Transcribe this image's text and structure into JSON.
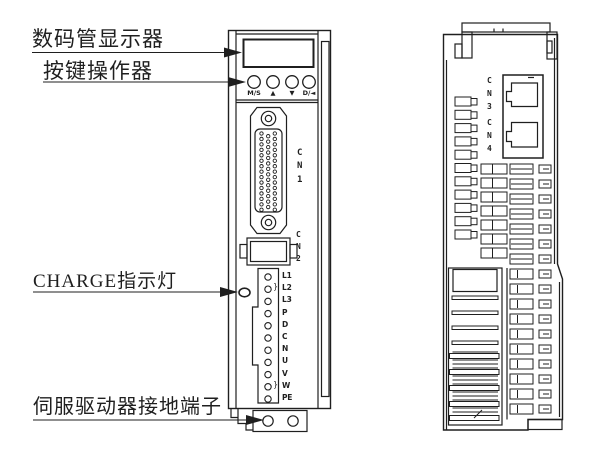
{
  "callouts": {
    "display": "数码管显示器",
    "keypad": "按键操作器",
    "charge": "CHARGE指示灯",
    "ground": "伺服驱动器接地端子"
  },
  "front_view": {
    "buttons": [
      "M/S",
      "▲",
      "▼",
      "D/◄"
    ],
    "cn1": [
      "C",
      "N",
      "1"
    ],
    "cn2": [
      "C",
      "N",
      "2"
    ],
    "terminals": [
      "L1",
      "L2",
      "L3",
      "P",
      "D",
      "C",
      "N",
      "U",
      "V",
      "W",
      "PE"
    ],
    "bracket_mark": "}"
  },
  "side_view": {
    "cn3": [
      "C",
      "N",
      "3"
    ],
    "cn4": [
      "C",
      "N",
      "4"
    ]
  },
  "colors": {
    "ink": "#1f1f1f",
    "background": "#ffffff"
  }
}
